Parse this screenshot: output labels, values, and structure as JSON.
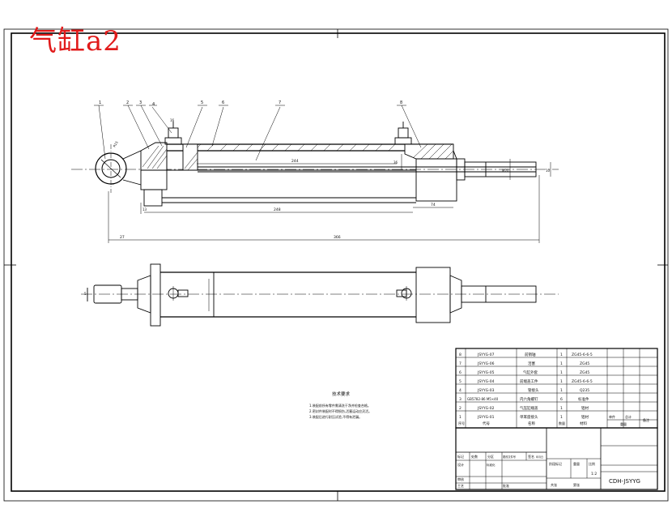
{
  "title_watermark": "气缸a2",
  "drawing_code": "CDH-JSYYG",
  "scale": "1:2",
  "tech_title": "技术要求",
  "tech_notes": [
    "1.装配前所有零件需清洗干净并检查合格。",
    "2.密封件装配时不得损伤,活塞运动应灵活。",
    "3.装配后进行耐压试验,不得有泄漏。"
  ],
  "balloons": [
    "1",
    "2",
    "3",
    "4",
    "5",
    "6",
    "7",
    "8"
  ],
  "dimensions": {
    "d244": "244",
    "d248": "248",
    "d74": "74",
    "d27": "27",
    "d366": "366",
    "d13": "13",
    "d36": "36",
    "d10": "10",
    "dM20": "M20",
    "dR15": "R15",
    "d16": "16",
    "d5": "5"
  },
  "bom": {
    "rows": [
      {
        "no": "8",
        "code": "JSYYG-07",
        "name": "前销轴",
        "qty": "1",
        "material": "ZG45-6-6-5",
        "note": ""
      },
      {
        "no": "7",
        "code": "JSYYG-06",
        "name": "活塞",
        "qty": "1",
        "material": "ZG45",
        "note": ""
      },
      {
        "no": "6",
        "code": "JSYYG-05",
        "name": "气缸外套",
        "qty": "1",
        "material": "ZG45",
        "note": ""
      },
      {
        "no": "5",
        "code": "JSYYG-04",
        "name": "前端盖工件",
        "qty": "1",
        "material": "ZG45-6-6-5",
        "note": ""
      },
      {
        "no": "4",
        "code": "JSYYG-03",
        "name": "管接头",
        "qty": "1",
        "material": "Q235",
        "note": ""
      },
      {
        "no": "3",
        "code": "GB5782-86 M5×40",
        "name": "内六角螺钉",
        "qty": "6",
        "material": "标准件",
        "note": ""
      },
      {
        "no": "2",
        "code": "JSYYG-02",
        "name": "气压缸端盖",
        "qty": "1",
        "material": "铝材",
        "note": ""
      },
      {
        "no": "1",
        "code": "JSYYG-01",
        "name": "单耳座接头",
        "qty": "1",
        "material": "铝材",
        "note": ""
      }
    ],
    "header": {
      "no": "序号",
      "code": "代号",
      "name": "名称",
      "qty": "数量",
      "material": "材料",
      "single": "单件",
      "total": "总计",
      "weight": "重量",
      "note": "备注"
    }
  },
  "title_block": {
    "mark": "标记",
    "count": "处数",
    "zone": "分区",
    "docno": "更改文件号",
    "sign": "签名",
    "date": "年月日",
    "design": "设计",
    "standard": "标准化",
    "review": "审核",
    "process": "工艺",
    "approve": "批准",
    "stage": "阶段标记",
    "weight": "重量",
    "scale_label": "比例",
    "sheets": "共张",
    "sheet": "第张"
  }
}
